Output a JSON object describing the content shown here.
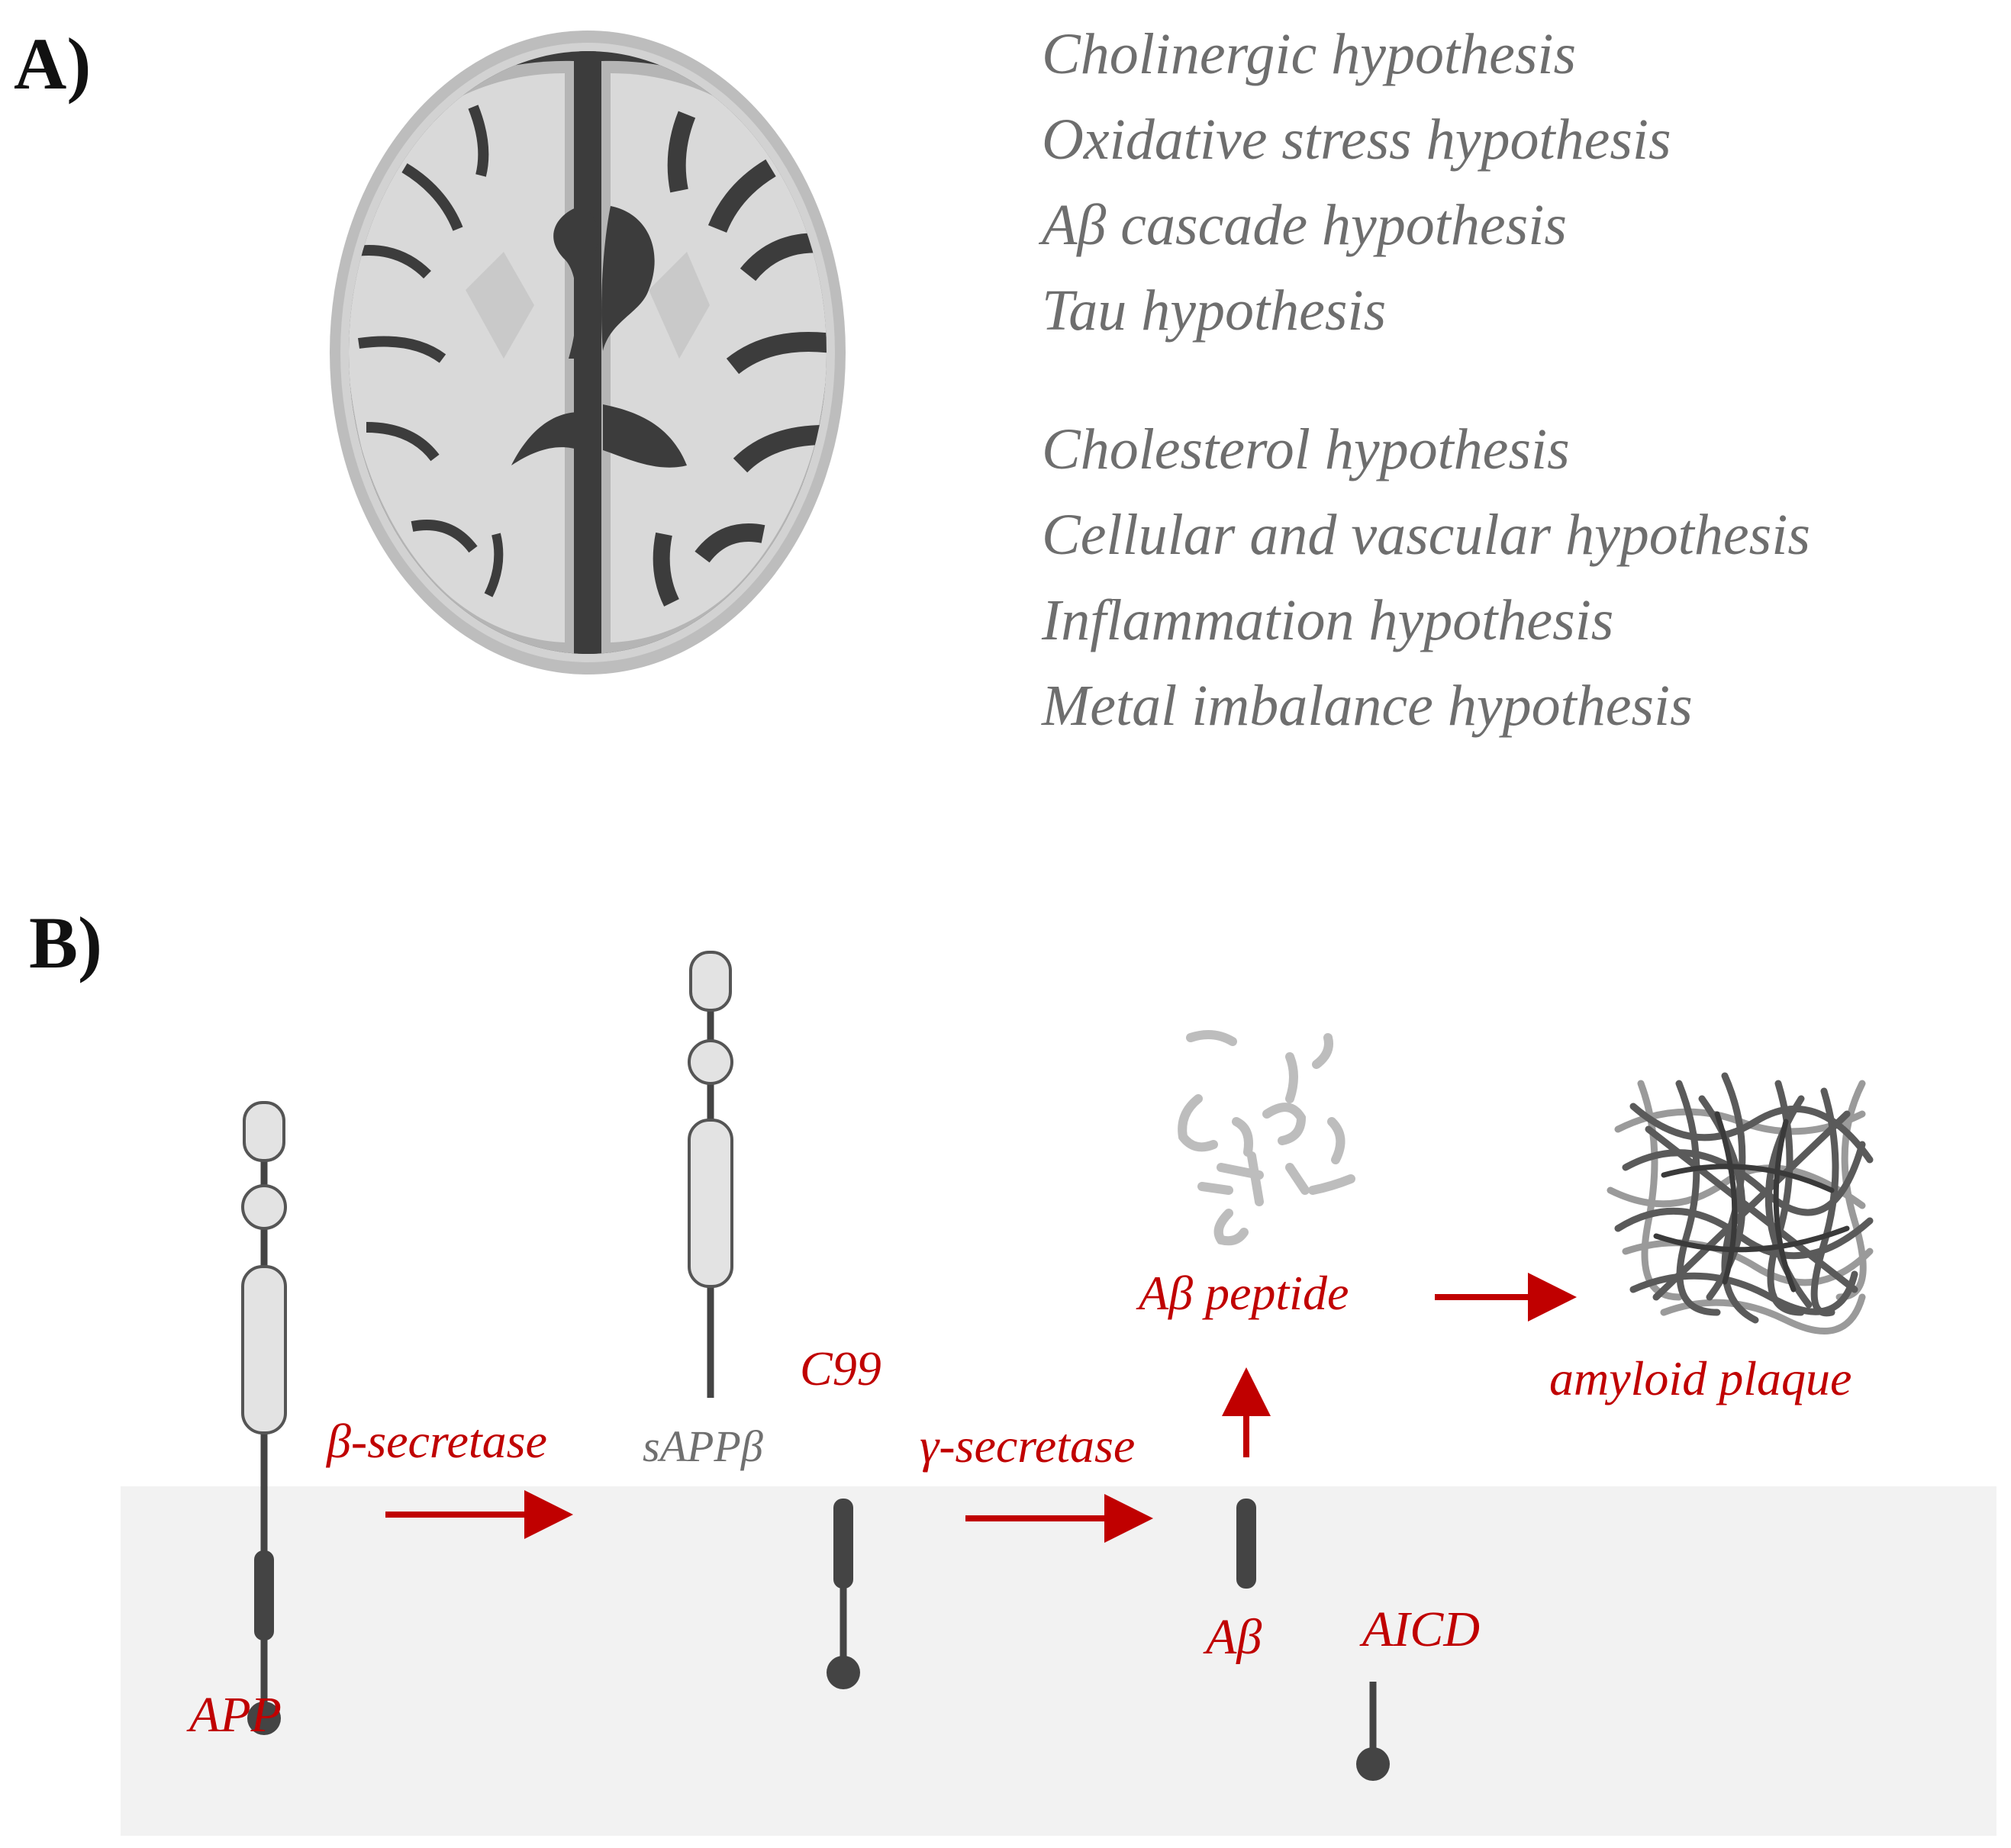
{
  "panel_a": {
    "label": "A)",
    "hypotheses_group1": [
      "Cholinergic hypothesis",
      "Oxidative stress hypothesis",
      "Aβ cascade hypothesis",
      "Tau hypothesis"
    ],
    "hypotheses_group2": [
      "Cholesterol hypothesis",
      "Cellular and vascular hypothesis",
      "Inflammation hypothesis",
      "Metal imbalance hypothesis"
    ]
  },
  "panel_b": {
    "label": "B)",
    "app": "APP",
    "beta_secretase": "β-secretase",
    "sapp_beta": "sAPPβ",
    "c99": "C99",
    "gamma_secretase": "γ-secretase",
    "abeta": "Aβ",
    "aicd": "AICD",
    "abeta_peptide": "Aβ peptide",
    "amyloid_plaque": "amyloid plaque"
  },
  "colors": {
    "accent_red": "#c00000",
    "text_gray": "#6e6e6e",
    "membrane": "#f2f2f2",
    "protein_dark": "#444444",
    "domain_light": "#e3e3e3"
  }
}
